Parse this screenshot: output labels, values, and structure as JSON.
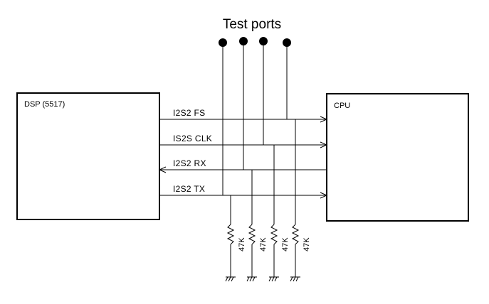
{
  "title": "Test ports",
  "blocks": {
    "dsp": "DSP (5517)",
    "cpu": "CPU"
  },
  "signals": [
    {
      "name": "I2S2 FS",
      "direction": "to-cpu"
    },
    {
      "name": "IS2S CLK",
      "direction": "to-cpu"
    },
    {
      "name": "I2S2 RX",
      "direction": "to-dsp"
    },
    {
      "name": "I2S2 TX",
      "direction": "to-cpu"
    }
  ],
  "resistors": [
    "47K",
    "47K",
    "47K",
    "47K"
  ],
  "test_port_count": 4
}
